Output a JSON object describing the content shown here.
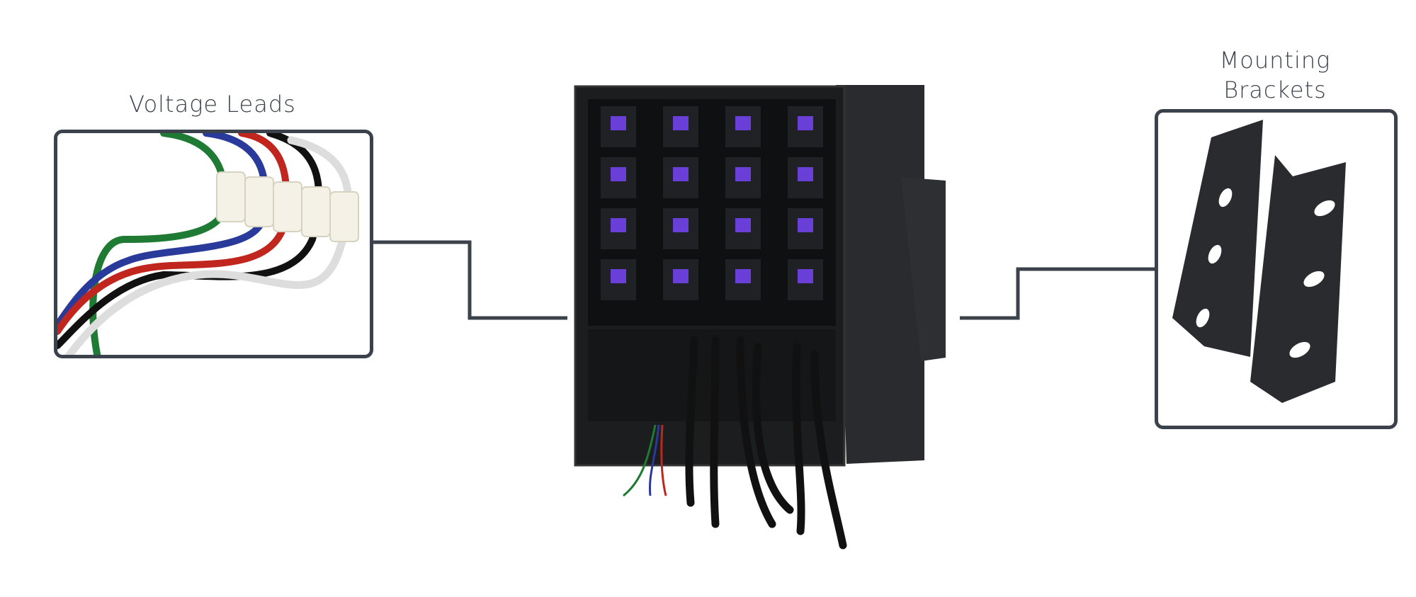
{
  "callouts": {
    "left": {
      "label": "Voltage Leads"
    },
    "right": {
      "label_line1": "Mounting",
      "label_line2": "Brackets"
    }
  },
  "colors": {
    "frame": "#3b424b",
    "enclosure": "#1c1d1f",
    "wire_green": "#1f7a33",
    "wire_blue": "#2a3a9a",
    "wire_red": "#c0261e",
    "wire_black": "#111111",
    "wire_white": "#eeeeee"
  }
}
